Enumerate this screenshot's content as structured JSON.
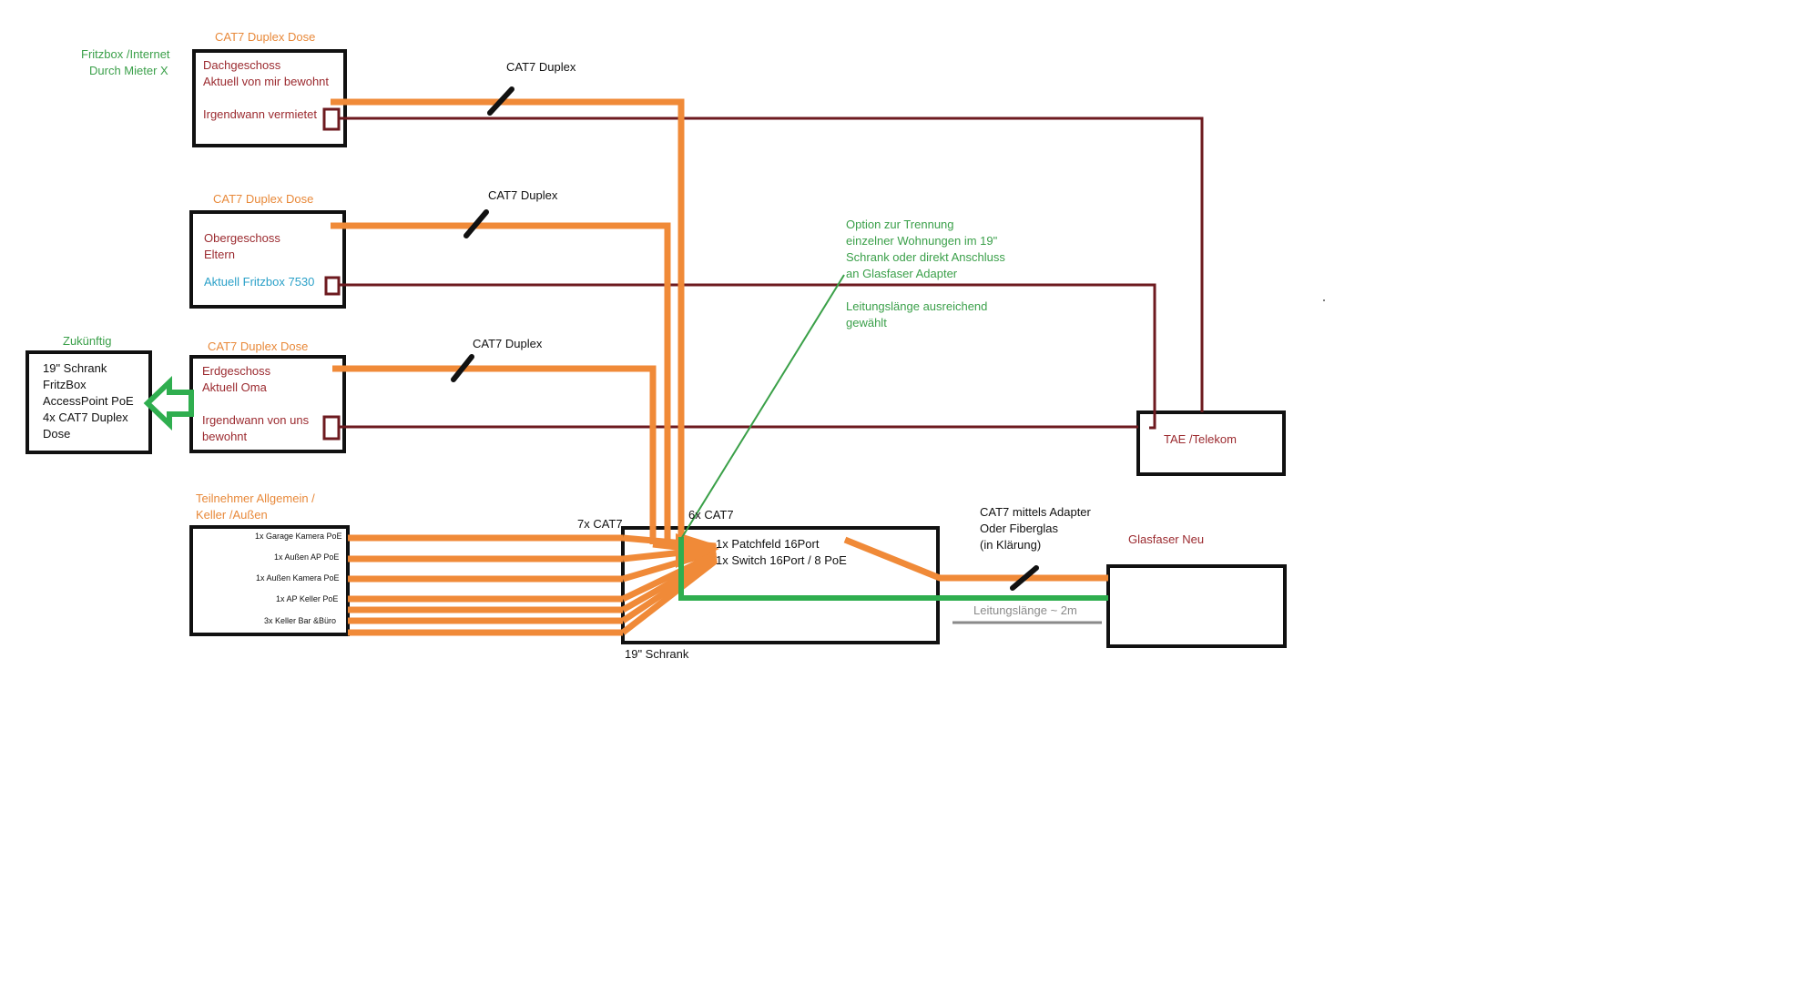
{
  "colors": {
    "orange": "#f08a38",
    "maroon": "#6d1a1f",
    "green": "#2fae4f",
    "black": "#111111",
    "gray": "#8a8a8a",
    "text_red": "#9b2a2f",
    "text_green": "#3ba04a",
    "text_blue": "#2aa0c8",
    "text_orange": "#e8893a"
  },
  "dachgeschoss": {
    "header": "CAT7 Duplex Dose",
    "line1": "Dachgeschoss",
    "line2": "Aktuell von mir bewohnt",
    "line3": "Irgendwann vermietet",
    "external_line1": "Fritzbox /Internet",
    "external_line2": "Durch Mieter X",
    "cable_label": "CAT7 Duplex"
  },
  "obergeschoss": {
    "header": "CAT7 Duplex Dose",
    "line1": "Obergeschoss",
    "line2": "Eltern",
    "line3": "Aktuell Fritzbox 7530",
    "cable_label": "CAT7 Duplex"
  },
  "erdgeschoss": {
    "header": "CAT7 Duplex Dose",
    "line1": "Erdgeschoss",
    "line2": "Aktuell Oma",
    "line3": "Irgendwann von uns",
    "line4": "bewohnt",
    "cable_label": "CAT7 Duplex"
  },
  "zukuenftig": {
    "title": "Zukünftig",
    "items": [
      "19\" Schrank",
      "FritzBox",
      "AccessPoint PoE",
      "4x CAT7 Duplex",
      "Dose"
    ]
  },
  "teilnehmer": {
    "title_line1": "Teilnehmer Allgemein /",
    "title_line2": "Keller /Außen",
    "items": [
      "1x Garage Kamera PoE",
      "1x Außen AP PoE",
      "1x Außen Kamera PoE",
      "1x AP Keller PoE",
      "3x Keller Bar &Büro"
    ],
    "cable_label": "7x CAT7"
  },
  "schrank": {
    "label": "19\" Schrank",
    "line1": "1x Patchfeld 16Port",
    "line2": "1x Switch 16Port / 8 PoE",
    "incoming_label": "6x CAT7"
  },
  "option_note": {
    "lines": [
      "Option zur Trennung",
      "einzelner Wohnungen im 19\"",
      "Schrank oder direkt Anschluss",
      "an Glasfaser Adapter"
    ],
    "lines2": [
      "Leitungslänge ausreichend",
      "gewählt"
    ]
  },
  "tae": {
    "label": "TAE /Telekom"
  },
  "glasfaser": {
    "label": "Glasfaser Neu",
    "cable_line1": "CAT7 mittels Adapter",
    "cable_line2": "Oder Fiberglas",
    "cable_line3": "(in Klärung)",
    "length_label": "Leitungslänge ~ 2m"
  }
}
